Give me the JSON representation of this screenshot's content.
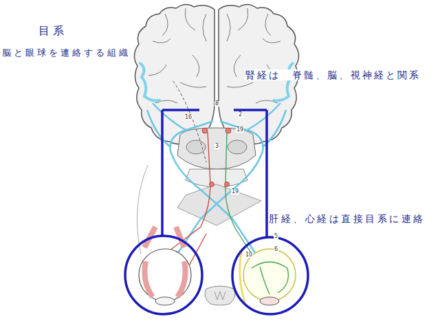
{
  "diagram": {
    "title": "目系",
    "labels": [
      "脳と眼球を連絡する組織",
      "腎経は　脊髄、脳、視神経と関系",
      "肝経、心経は直接目系に連絡",
      "8",
      "2",
      "16",
      "19",
      "3",
      "19",
      "5",
      "6",
      "10"
    ]
  }
}
